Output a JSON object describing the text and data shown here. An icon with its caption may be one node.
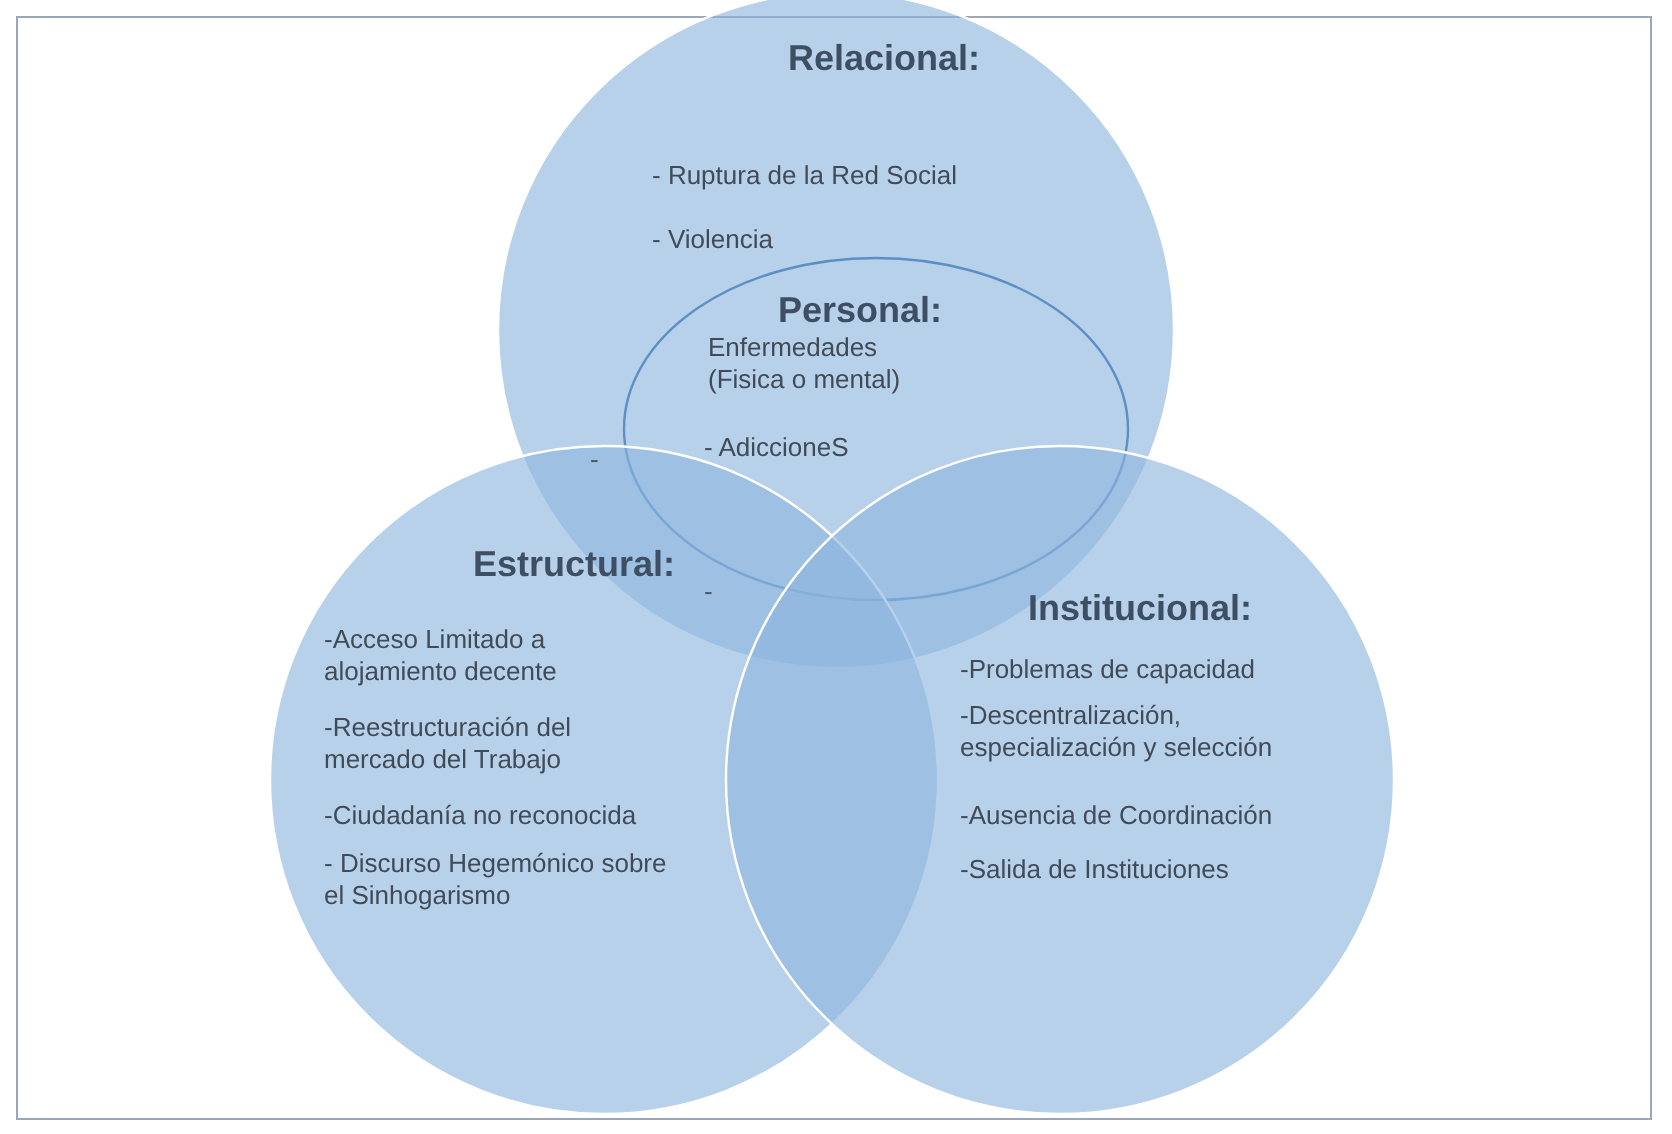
{
  "diagram": {
    "nodes": [
      {
        "text": [
          "Relacional:",
          "- Ruptura de la Red Social",
          "- Violencia"
        ]
      },
      {
        "text": [
          "Personal:",
          "Enfermedades (Fisica o mental)",
          "- AdiccioneS"
        ],
        "in": 0
      },
      {
        "text": [
          "Estructural:",
          "-Acceso Limitado a alojamiento decente",
          "-Reestructuración del mercado del Trabajo",
          "-Ciudadanía no reconocida",
          "- Discurso Hegemónico sobre el Sinhogarismo"
        ]
      },
      {
        "text": [
          "Institucional:",
          "-Problemas de capacidad",
          "-Descentralización, especialización y selección",
          "-Ausencia de Coordinación",
          "-Salida de Instituciones"
        ]
      }
    ],
    "labels": [
      "-",
      "-"
    ]
  }
}
